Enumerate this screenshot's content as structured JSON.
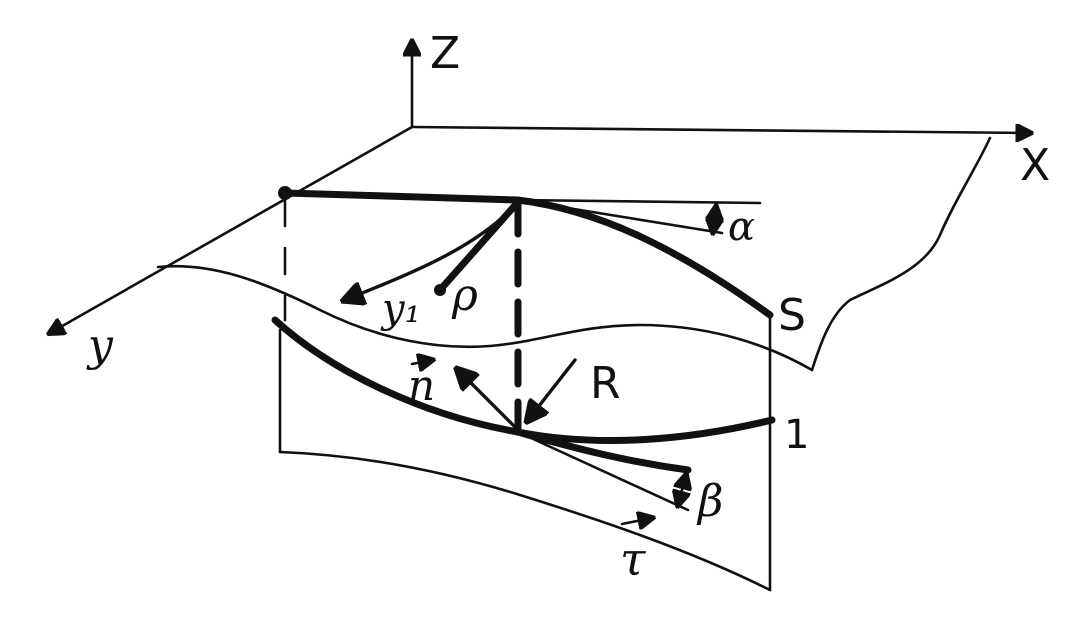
{
  "labels": {
    "z_axis": "Z",
    "x_axis": "X",
    "y_axis": "y",
    "y1": "y₁",
    "rho": "ρ",
    "alpha": "α",
    "S": "S",
    "R": "R",
    "n_vec": "n",
    "one": "1",
    "beta": "β",
    "tau_vec": "τ"
  },
  "colors": {
    "ink": "#111111",
    "paper": "#ffffff"
  }
}
